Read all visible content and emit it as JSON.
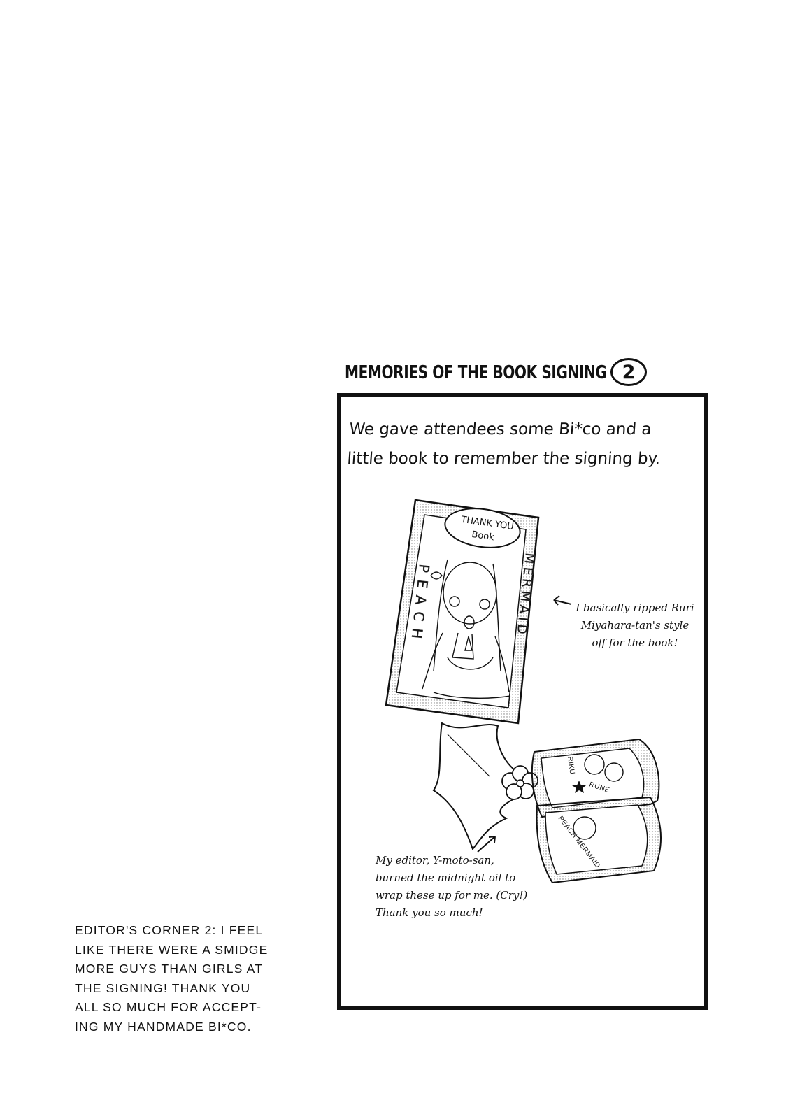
{
  "title": {
    "text": "MEMORIES OF THE BOOK SIGNING",
    "number": "2"
  },
  "intro": {
    "line_1": "We gave attendees some Bi*co and a",
    "line_2": "little book to remember the signing by."
  },
  "book_illustration": {
    "bubble_line_1": "THANK YOU",
    "bubble_line_2": "Book",
    "side_left": "PEACH",
    "side_right": "MERMAID"
  },
  "note_book": {
    "line_1": "I basically ripped Ruri",
    "line_2": "Miyahara-tan's style",
    "line_3": "off for the book!"
  },
  "snack_illustration": {
    "label_top_1": "RIKU",
    "label_top_2": "RUNE",
    "label_bottom": "PEACH MERMAID"
  },
  "note_snack": {
    "line_1": "My editor, Y-moto-san,",
    "line_2": "burned the midnight oil to",
    "line_3": "wrap these up for me. (Cry!)",
    "line_4": "Thank you so much!"
  },
  "editor_corner": {
    "line_1": "EDITOR'S CORNER 2: I FEEL",
    "line_2": "LIKE THERE WERE A SMIDGE",
    "line_3": "MORE GUYS THAN GIRLS AT",
    "line_4": "THE SIGNING! THANK YOU",
    "line_5": "ALL SO MUCH FOR ACCEPT-",
    "line_6": "ING MY HANDMADE BI*CO."
  }
}
